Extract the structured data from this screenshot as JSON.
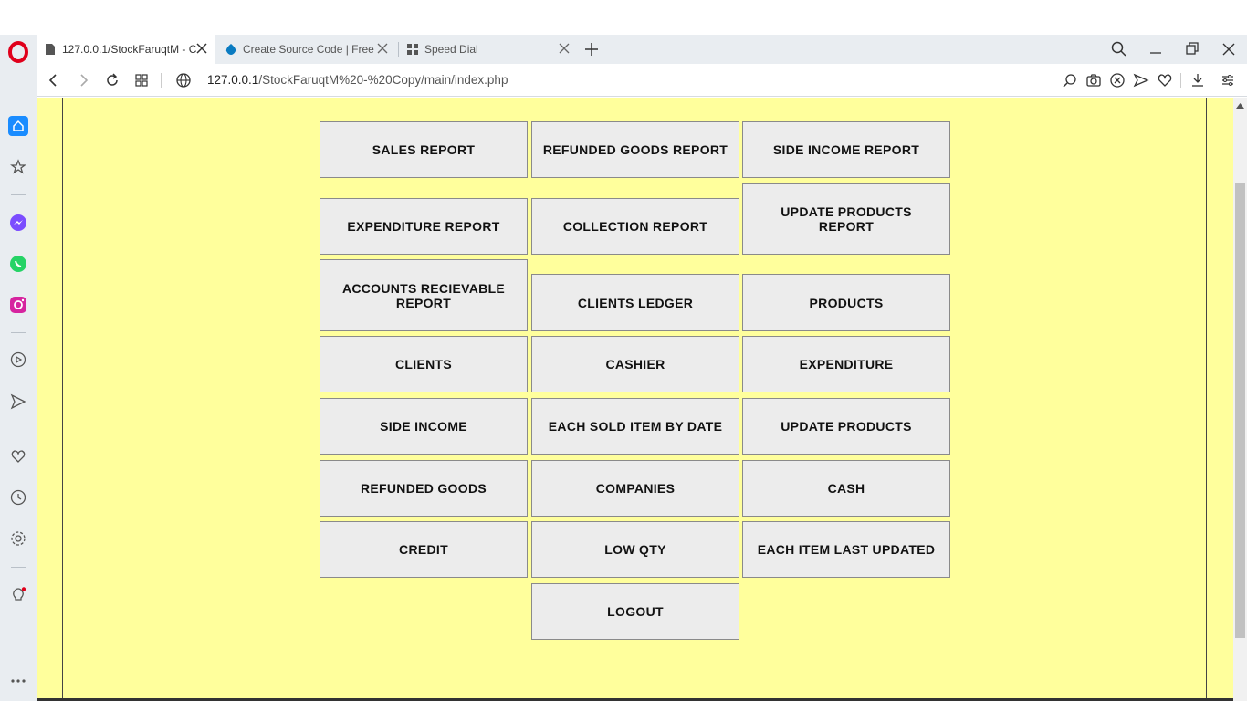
{
  "browser": {
    "tabs": [
      {
        "title": "127.0.0.1/StockFaruqtM - C",
        "active": true
      },
      {
        "title": "Create Source Code | Free",
        "active": false
      },
      {
        "title": "Speed Dial",
        "active": false
      }
    ],
    "url_host": "127.0.0.1",
    "url_path": "/StockFaruqtM%20-%20Copy/main/index.php"
  },
  "menu": {
    "sales_report": "SALES REPORT",
    "refunded_goods_report": "REFUNDED GOODS REPORT",
    "side_income_report": "SIDE INCOME REPORT",
    "expenditure_report": "EXPENDITURE REPORT",
    "collection_report": "COLLECTION REPORT",
    "update_products_report": "UPDATE PRODUCTS REPORT",
    "accounts_recievable_report": "ACCOUNTS RECIEVABLE REPORT",
    "clients_ledger": "CLIENTS LEDGER",
    "products": "PRODUCTS",
    "clients": "CLIENTS",
    "cashier": "CASHIER",
    "expenditure": "EXPENDITURE",
    "side_income": "SIDE INCOME",
    "each_sold_item_by_date": "EACH SOLD ITEM BY DATE",
    "update_products": "UPDATE PRODUCTS",
    "refunded_goods": "REFUNDED GOODS",
    "companies": "COMPANIES",
    "cash": "CASH",
    "credit": "CREDIT",
    "low_qty": "LOW QTY",
    "each_item_last_updated": "EACH ITEM LAST UPDATED",
    "logout": "LOGOUT"
  },
  "colors": {
    "page_background": "#ffff9c",
    "button_background": "#ececec",
    "opera_red": "#e0001b"
  }
}
